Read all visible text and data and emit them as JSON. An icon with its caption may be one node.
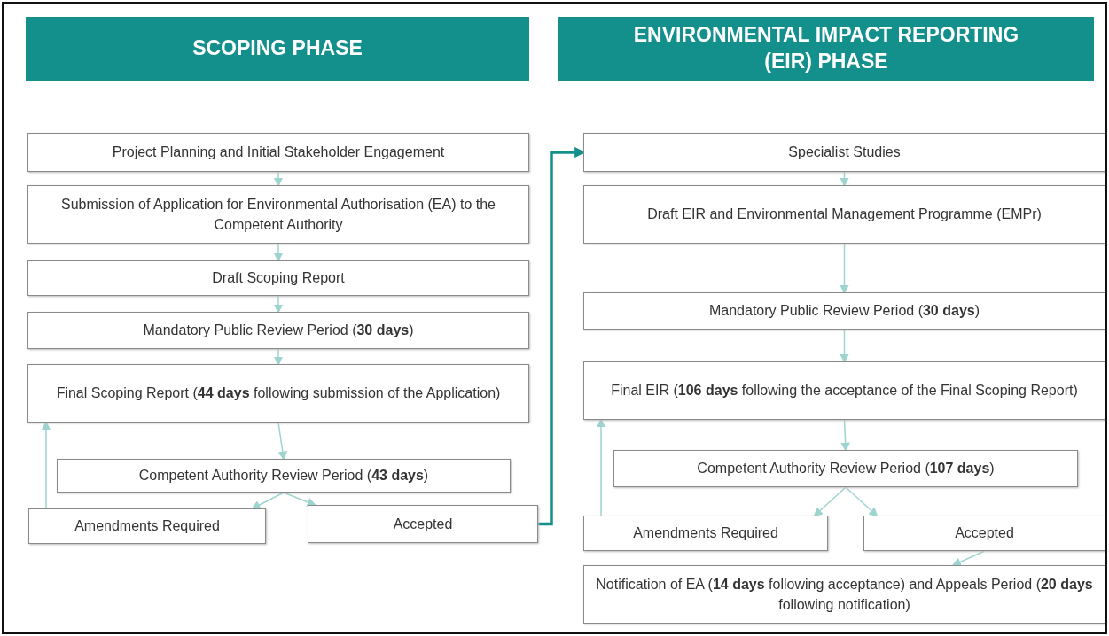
{
  "diagram": {
    "nodes": [
      {
        "text": [
          "SCOPING PHASE"
        ]
      },
      {
        "text": [
          "Project Planning and Initial Stakeholder Engagement"
        ]
      },
      {
        "text": [
          "Submission of Application for Environmental Authorisation (EA) to the Competent Authority"
        ]
      },
      {
        "text": [
          "Draft Scoping Report"
        ]
      },
      {
        "text": [
          "Mandatory Public Review Period (**30 days**)"
        ]
      },
      {
        "text": [
          "Final Scoping Report (**44 days** following submission of the Application)"
        ]
      },
      {
        "text": [
          "Competent Authority Review Period (**43 days**)"
        ]
      },
      {
        "text": [
          "Amendments Required"
        ]
      },
      {
        "text": [
          "Accepted"
        ]
      },
      {
        "text": [
          "ENVIRONMENTAL IMPACT REPORTING (EIR) PHASE"
        ]
      },
      {
        "text": [
          "Specialist Studies"
        ]
      },
      {
        "text": [
          "Draft EIR and Environmental Management Programme (EMPr)"
        ]
      },
      {
        "text": [
          "Mandatory Public Review Period (**30 days**)"
        ]
      },
      {
        "text": [
          "Final EIR (**106 days** following the acceptance of the Final Scoping Report)"
        ]
      },
      {
        "text": [
          "Competent Authority Review Period (**107 days**)"
        ]
      },
      {
        "text": [
          "Amendments Required"
        ]
      },
      {
        "text": [
          "Accepted"
        ]
      },
      {
        "text": [
          "Notification of EA (**14 days** following acceptance) and Appeals Period (**20 days** following notification)"
        ]
      }
    ],
    "edges": [
      {
        "from": 1,
        "to": 2,
        "arrow": "to"
      },
      {
        "from": 2,
        "to": 3,
        "arrow": "to"
      },
      {
        "from": 3,
        "to": 4,
        "arrow": "to"
      },
      {
        "from": 4,
        "to": 5,
        "arrow": "to"
      },
      {
        "from": 5,
        "to": 6,
        "arrow": "to"
      },
      {
        "from": 6,
        "to": 7,
        "arrow": "to"
      },
      {
        "from": 6,
        "to": 8,
        "arrow": "to"
      },
      {
        "from": 7,
        "to": 5,
        "arrow": "to"
      },
      {
        "from": 8,
        "to": 10,
        "arrow": "to",
        "style": "thick",
        "color": "#13908c"
      },
      {
        "from": 10,
        "to": 11,
        "arrow": "to"
      },
      {
        "from": 11,
        "to": 12,
        "arrow": "to"
      },
      {
        "from": 12,
        "to": 13,
        "arrow": "to"
      },
      {
        "from": 13,
        "to": 14,
        "arrow": "to"
      },
      {
        "from": 14,
        "to": 15,
        "arrow": "to"
      },
      {
        "from": 14,
        "to": 16,
        "arrow": "to"
      },
      {
        "from": 15,
        "to": 13,
        "arrow": "to"
      },
      {
        "from": 16,
        "to": 17,
        "arrow": "to"
      }
    ]
  }
}
